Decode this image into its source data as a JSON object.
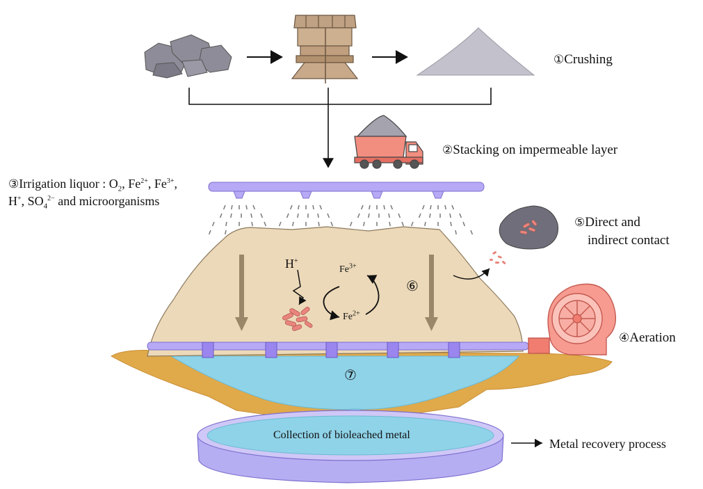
{
  "steps": {
    "crushing": {
      "num": "①",
      "text": "Crushing"
    },
    "stacking": {
      "num": "②",
      "text": "Stacking on impermeable layer"
    },
    "irrigation": {
      "num": "③",
      "line1_prefix": "Irrigation liquor : O",
      "o2_sub": "2",
      "fe2": "Fe",
      "fe2_charge": "2+",
      "fe3": "Fe",
      "fe3_charge": "3+",
      "h": "H",
      "h_charge": "+",
      "so4": "SO",
      "so4_sub": "4",
      "so4_charge": "2−",
      "tail": "and microorganisms"
    },
    "aeration": {
      "num": "④",
      "text": "Aeration"
    },
    "contact": {
      "num": "⑤",
      "line1": "Direct and",
      "line2": "indirect contact"
    },
    "six": {
      "num": "⑥"
    },
    "seven": {
      "num": "⑦"
    }
  },
  "heap": {
    "h_label": "H",
    "h_charge": "+",
    "fe3_label": "Fe",
    "fe3_charge": "3+",
    "fe2_label": "Fe",
    "fe2_charge": "2+"
  },
  "collection": {
    "label": "Collection of bioleached metal"
  },
  "recovery": {
    "label": "Metal recovery process"
  },
  "colors": {
    "ore": "#8d8c98",
    "mill": "#c8a98a",
    "heap": "#ecd9b9",
    "pipe": "#b7a9f5",
    "liquor": "#8fd3e8",
    "ground": "#e0a94a",
    "truck": "#f28e80",
    "blower": "#f79b91",
    "bacteria": "#e9857d",
    "arrow_brown": "#9a8769"
  }
}
